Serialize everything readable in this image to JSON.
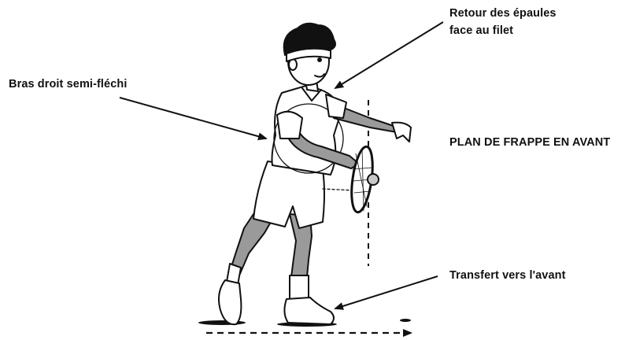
{
  "labels": {
    "shoulders_line1": "Retour des épaules",
    "shoulders_line2": "face au filet",
    "arm": "Bras droit semi-fléchi",
    "plane": "PLAN DE FRAPPE EN AVANT",
    "transfer": "Transfert vers l'avant"
  },
  "figure": {
    "subject": "tennis player hitting a forehand",
    "ink_color": "#111111",
    "shade_color": "#9a9a9a"
  }
}
